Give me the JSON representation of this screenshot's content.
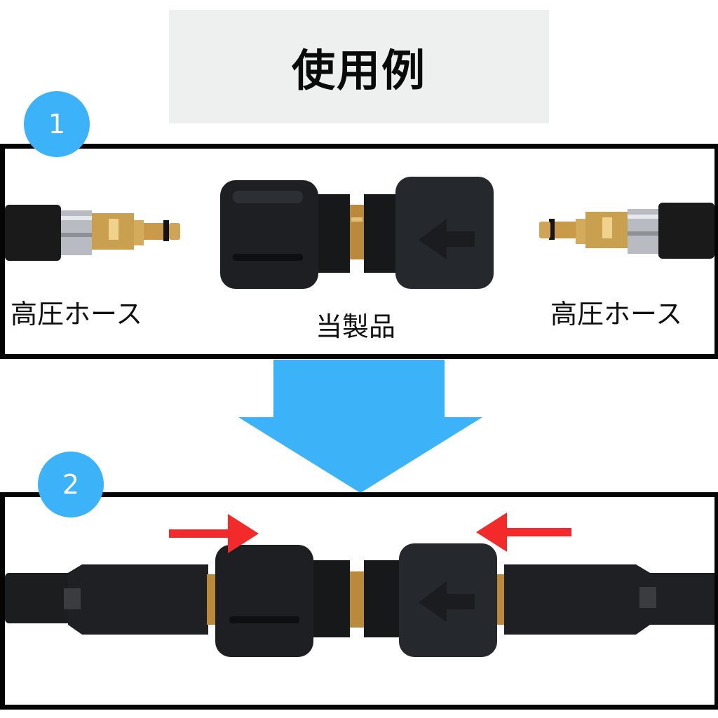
{
  "header": {
    "title": "使用例",
    "background": "#eeefef"
  },
  "steps": [
    {
      "number": "1",
      "labels": {
        "left_hose": "高圧ホース",
        "product": "当製品",
        "right_hose": "高圧ホース"
      }
    },
    {
      "number": "2"
    }
  ],
  "colors": {
    "badge": "#3cb3f9",
    "down_arrow": "#3cb3f9",
    "push_arrows": "#f22a2a",
    "border": "#050505"
  },
  "icons": {
    "transition": "down-arrow-icon",
    "push_left": "right-arrow-icon",
    "push_right": "left-arrow-icon"
  }
}
